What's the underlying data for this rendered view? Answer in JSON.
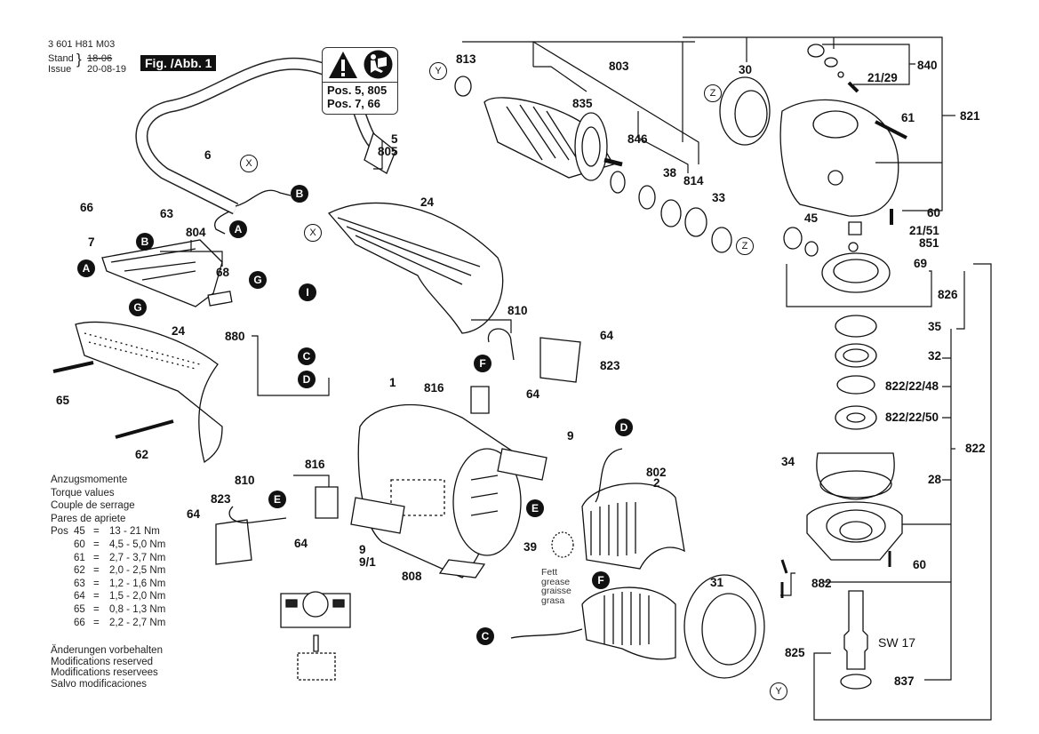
{
  "header": {
    "doc_number": "3 601 H81 M03",
    "stand_label": "Stand",
    "issue_label": "Issue",
    "old_date": "18-06",
    "issue_date": "20-08-19",
    "figure_label": "Fig. /Abb. 1"
  },
  "warning_box": {
    "icons": [
      "warning-triangle-icon",
      "read-manual-icon"
    ],
    "line1": "Pos. 5, 805",
    "line2": "Pos. 7, 66"
  },
  "torque": {
    "titles": [
      "Anzugsmomente",
      "Torque values",
      "Couple de serrage",
      "Pares de apriete"
    ],
    "pos_label": "Pos",
    "rows": [
      {
        "pos": "45",
        "eq": "=",
        "range": "13  - 21 Nm"
      },
      {
        "pos": "60",
        "eq": "=",
        "range": "4,5 - 5,0 Nm"
      },
      {
        "pos": "61",
        "eq": "=",
        "range": "2,7 - 3,7 Nm"
      },
      {
        "pos": "62",
        "eq": "=",
        "range": "2,0 - 2,5 Nm"
      },
      {
        "pos": "63",
        "eq": "=",
        "range": "1,2 - 1,6 Nm"
      },
      {
        "pos": "64",
        "eq": "=",
        "range": "1,5 - 2,0 Nm"
      },
      {
        "pos": "65",
        "eq": "=",
        "range": "0,8 - 1,3 Nm"
      },
      {
        "pos": "66",
        "eq": "=",
        "range": "2,2 - 2,7 Nm"
      }
    ]
  },
  "modifications": [
    "Änderungen vorbehalten",
    "Modifications reserved",
    "Modifications reservees",
    "Salvo modificaciones"
  ],
  "grease_note": [
    "Fett",
    "grease",
    "graisse",
    "grasa"
  ],
  "wrench_size": "SW 17",
  "part_labels": {
    "p5": "5",
    "p805": "805",
    "p6": "6",
    "p66": "66",
    "p63": "63",
    "p7": "7",
    "p804": "804",
    "p68": "68",
    "p24a": "24",
    "p24b": "24",
    "p880": "880",
    "p65": "65",
    "p62": "62",
    "p810a": "810",
    "p64a": "64",
    "p823a": "823",
    "p816a": "816",
    "p64b": "64",
    "p9a": "9",
    "p1": "1",
    "p816b": "816",
    "p810b": "810",
    "p823b": "823",
    "p64c": "64",
    "p64d": "64",
    "p9b": "9",
    "p91": "9/1",
    "p808": "808",
    "p802": "802",
    "p2": "2",
    "p39": "39",
    "p31": "31",
    "p813": "813",
    "p803": "803",
    "p835": "835",
    "p846": "846",
    "p38": "38",
    "p814": "814",
    "p33": "33",
    "p30": "30",
    "p840": "840",
    "p2129": "21/29",
    "p61": "61",
    "p821": "821",
    "p60a": "60",
    "p2151": "21/51",
    "p851": "851",
    "p45": "45",
    "p69": "69",
    "p826": "826",
    "p35": "35",
    "p32": "32",
    "p8222248": "822/22/48",
    "p8222250": "822/22/50",
    "p822": "822",
    "p34": "34",
    "p28": "28",
    "p60b": "60",
    "p882": "882",
    "p825": "825",
    "p837": "837"
  },
  "connectors": {
    "A": "A",
    "B": "B",
    "C": "C",
    "D": "D",
    "E": "E",
    "F": "F",
    "G": "G",
    "I": "I",
    "X": "X",
    "Y": "Y",
    "Z": "Z"
  }
}
